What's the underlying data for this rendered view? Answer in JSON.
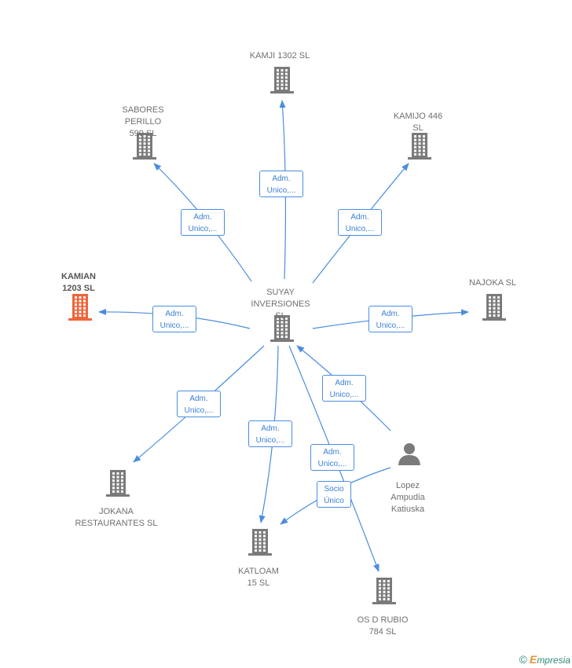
{
  "colors": {
    "edge": "#4a8de0",
    "building": "#7a7a7a",
    "building_highlight": "#f0643a",
    "person": "#7a7a7a"
  },
  "nodes": {
    "kamji": {
      "label": "KAMJI 1302  SL",
      "icon": "building-icon"
    },
    "sabores": {
      "label": "SABORES\nPERILLO\n599  SL",
      "icon": "building-icon"
    },
    "kamijo": {
      "label": "KAMIJO 446\nSL",
      "icon": "building-icon"
    },
    "kamian": {
      "label": "KAMIAN\n1203  SL",
      "icon": "building-icon",
      "highlighted": true
    },
    "suyay": {
      "label": "SUYAY\nINVERSIONES\nSL",
      "icon": "building-icon"
    },
    "najoka": {
      "label": "NAJOKA SL",
      "icon": "building-icon"
    },
    "jokana": {
      "label": "JOKANA\nRESTAURANTES SL",
      "icon": "building-icon"
    },
    "katloam": {
      "label": "KATLOAM\n15  SL",
      "icon": "building-icon"
    },
    "osd": {
      "label": "OS D RUBIO\n784  SL",
      "icon": "building-icon"
    },
    "lopez": {
      "label": "Lopez\nAmpudia\nKatiuska",
      "icon": "person-icon"
    }
  },
  "edges": [
    {
      "from": "suyay",
      "to": "kamji",
      "label": "Adm.\nUnico,..."
    },
    {
      "from": "suyay",
      "to": "sabores",
      "label": "Adm.\nUnico,..."
    },
    {
      "from": "suyay",
      "to": "kamijo",
      "label": "Adm.\nUnico,..."
    },
    {
      "from": "suyay",
      "to": "kamian",
      "label": "Adm.\nUnico,..."
    },
    {
      "from": "suyay",
      "to": "najoka",
      "label": "Adm.\nUnico,..."
    },
    {
      "from": "suyay",
      "to": "jokana",
      "label": "Adm.\nUnico,..."
    },
    {
      "from": "suyay",
      "to": "katloam",
      "label": "Adm.\nUnico,..."
    },
    {
      "from": "suyay",
      "to": "osd",
      "label": "Adm.\nUnico,..."
    },
    {
      "from": "lopez",
      "to": "suyay",
      "label": "Adm.\nUnico,..."
    },
    {
      "from": "lopez",
      "to": "katloam",
      "label": "Socio\nÚnico"
    }
  ],
  "footer": {
    "copyright": "©",
    "brand_initial": "E",
    "brand_rest": "mpresia"
  }
}
